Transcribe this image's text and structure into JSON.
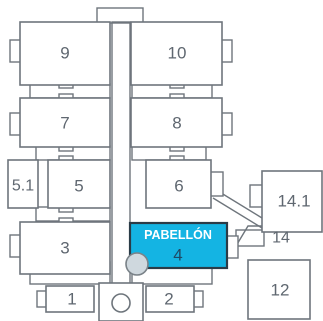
{
  "map": {
    "pavilions": {
      "p9": "9",
      "p10": "10",
      "p7": "7",
      "p8": "8",
      "p5_1": "5.1",
      "p5": "5",
      "p6": "6",
      "p14_1": "14.1",
      "p14": "14",
      "p3": "3",
      "p12": "12",
      "p1": "1",
      "p2": "2"
    },
    "selected": {
      "title": "PABELLÓN",
      "number": "4"
    },
    "colors": {
      "selected_fill": "#14b4e3",
      "outline": "#6e757c",
      "label": "#5f6770"
    }
  }
}
